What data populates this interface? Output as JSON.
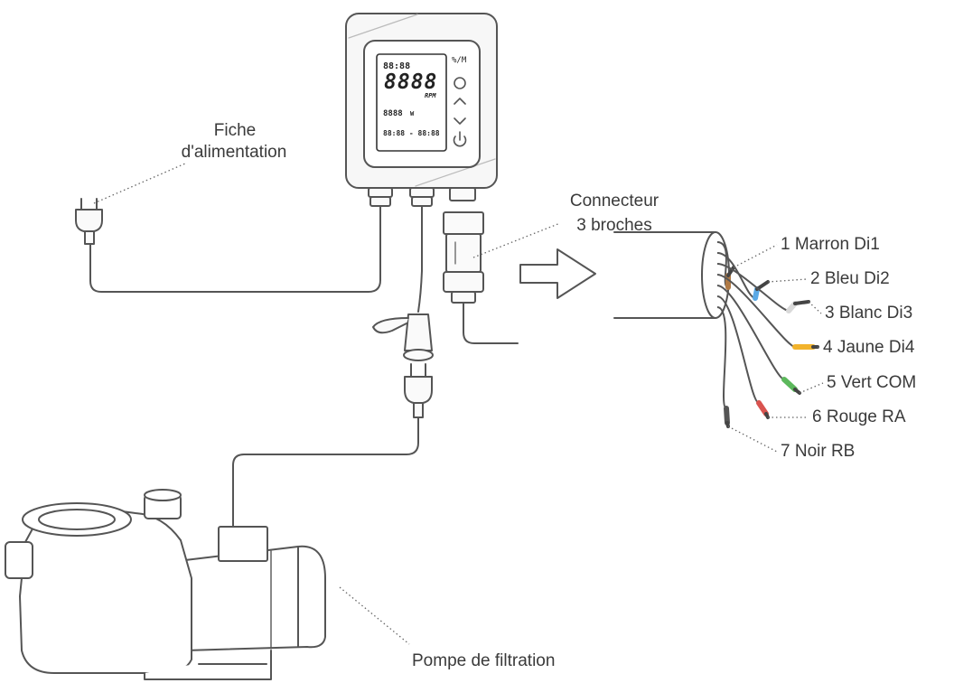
{
  "labels": {
    "power_plug_line1": "Fiche",
    "power_plug_line2": "d'alimentation",
    "connector_line1": "Connecteur",
    "connector_line2": "3 broches",
    "pump": "Pompe de filtration"
  },
  "wires": [
    {
      "label": "1 Marron Di1",
      "color": "#b07a45"
    },
    {
      "label": "2 Bleu Di2",
      "color": "#5aa9e6"
    },
    {
      "label": "3 Blanc Di3",
      "color": "#d9d9d9"
    },
    {
      "label": "4 Jaune Di4",
      "color": "#f2b32c"
    },
    {
      "label": "5 Vert COM",
      "color": "#5cb85c"
    },
    {
      "label": "6 Rouge RA",
      "color": "#d9534f"
    },
    {
      "label": "7 Noir RB",
      "color": "#555555"
    }
  ],
  "display": {
    "clock": "88:88",
    "main_digits": "8888",
    "unit": "RPM",
    "power_digits": "8888",
    "power_unit": "W",
    "timer": "88:88 - 88:88"
  },
  "buttons": {
    "mode": "%/M",
    "up": "^",
    "down": "v"
  }
}
